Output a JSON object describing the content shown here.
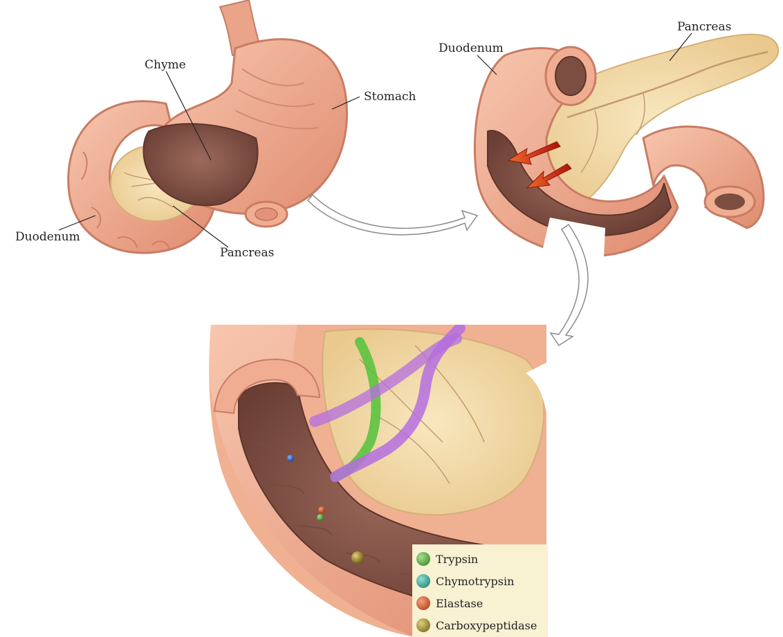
{
  "panel_top_left": {
    "labels": {
      "chyme": "Chyme",
      "stomach": "Stomach",
      "duodenum": "Duodenum",
      "pancreas": "Pancreas"
    }
  },
  "panel_top_right": {
    "labels": {
      "duodenum": "Duodenum",
      "pancreas": "Pancreas"
    }
  },
  "legend": {
    "items": [
      {
        "label": "Trypsin",
        "color": "#4a9a3a"
      },
      {
        "label": "Chymotrypsin",
        "color": "#2a9a8a"
      },
      {
        "label": "Elastase",
        "color": "#d04a22"
      },
      {
        "label": "Carboxypeptidase",
        "color": "#9a8420"
      }
    ]
  },
  "colors": {
    "tissue_outer": "#f2b89c",
    "tissue_mid": "#e69a7e",
    "lumen": "#8a5a4e",
    "pancreas": "#f3dcaa",
    "duct_green": "#52c23a",
    "duct_purple": "#b46ee0",
    "arrow_red": "#d42a10"
  },
  "icons": [
    "curved-arrow-icon",
    "red-arrow-icon"
  ]
}
